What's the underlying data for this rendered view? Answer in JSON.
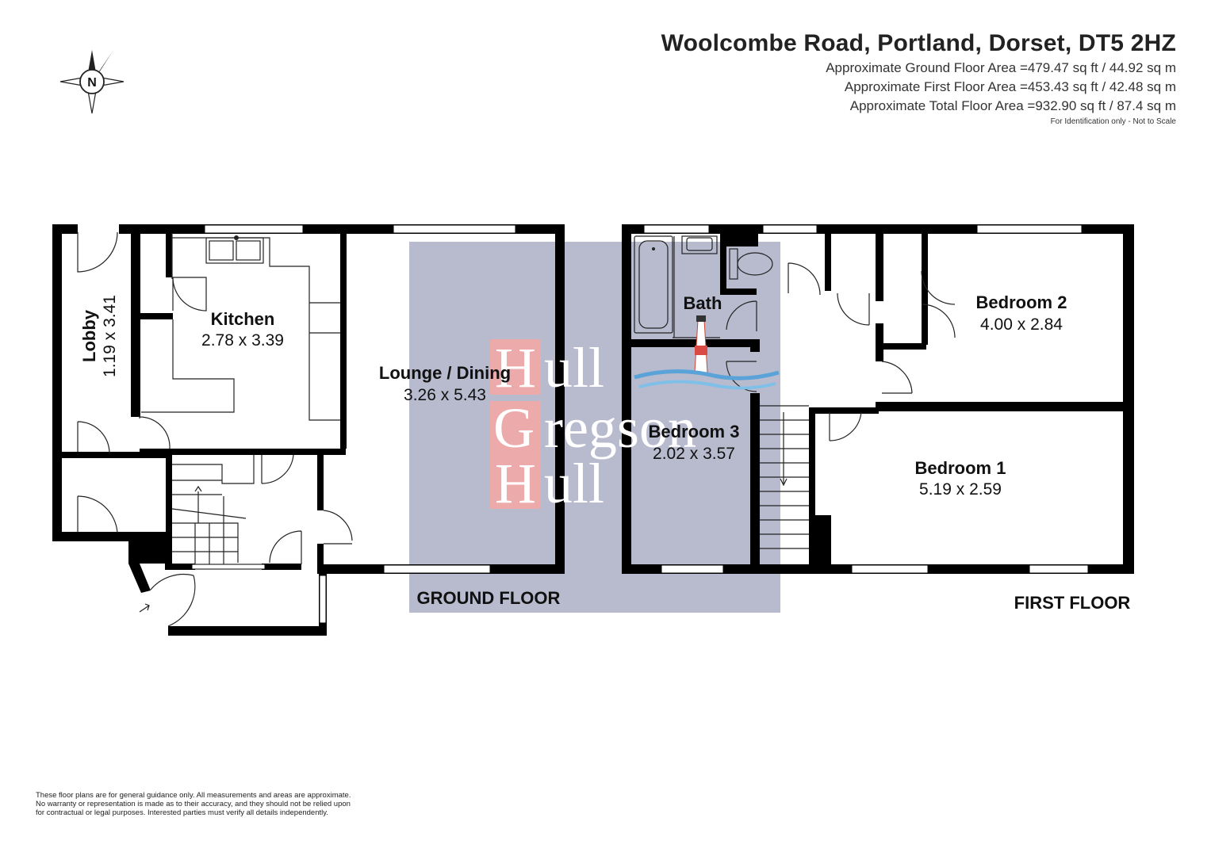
{
  "header": {
    "title": "Woolcombe Road, Portland, Dorset, DT5 2HZ",
    "ground_area": "Approximate Ground Floor Area =479.47 sq ft / 44.92 sq m",
    "first_area": "Approximate First Floor Area =453.43 sq ft / 42.48 sq m",
    "total_area": "Approximate Total Floor Area =932.90 sq ft / 87.4 sq m",
    "note": "For Identification only - Not to Scale"
  },
  "compass": {
    "letter": "N"
  },
  "watermark": {
    "line1_initial": "H",
    "line1_rest": "ull",
    "line2_initial": "G",
    "line2_rest": "regson",
    "line3_initial": "H",
    "line3_rest": "ull",
    "initial_bg": "#f2a9a6",
    "band_color": "#b8bace"
  },
  "ground_floor": {
    "label": "GROUND FLOOR",
    "rooms": {
      "lobby": {
        "name": "Lobby",
        "dims": "1.19 x 3.41"
      },
      "kitchen": {
        "name": "Kitchen",
        "dims": "2.78 x 3.39"
      },
      "lounge": {
        "name": "Lounge / Dining",
        "dims": "3.26 x 5.43"
      }
    }
  },
  "first_floor": {
    "label": "FIRST FLOOR",
    "rooms": {
      "bath": {
        "name": "Bath"
      },
      "bedroom1": {
        "name": "Bedroom 1",
        "dims": "5.19 x 2.59"
      },
      "bedroom2": {
        "name": "Bedroom 2",
        "dims": "4.00 x 2.84"
      },
      "bedroom3": {
        "name": "Bedroom 3",
        "dims": "2.02 x 3.57"
      }
    }
  },
  "disclaimer": {
    "line1": "These floor plans are for general guidance only. All measurements and areas are approximate.",
    "line2": "No warranty or representation is made as to their accuracy, and they should not be relied upon",
    "line3": "for contractual or legal purposes. Interested parties must verify all details independently."
  }
}
